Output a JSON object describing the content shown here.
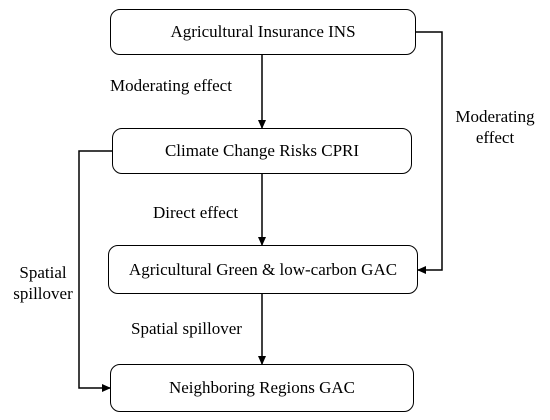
{
  "boxes": {
    "insurance": "Agricultural Insurance INS",
    "climate": "Climate Change Risks CPRI",
    "green": "Agricultural Green & low-carbon GAC",
    "neighbor": "Neighboring Regions GAC"
  },
  "labels": {
    "moderating_left": "Moderating effect",
    "moderating_right_line1": "Moderating",
    "moderating_right_line2": "effect",
    "direct": "Direct effect",
    "spatial_left_line1": "Spatial",
    "spatial_left_line2": "spillover",
    "spatial_center": "Spatial spillover"
  }
}
